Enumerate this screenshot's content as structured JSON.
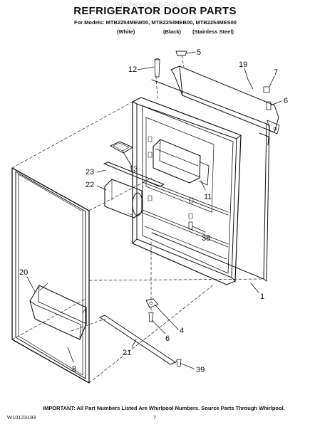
{
  "header": {
    "watermark": "AppliancePartsPros.com",
    "title": "REFRIGERATOR DOOR PARTS",
    "models": "For Models: MTB2254MEW00, MTB2254MEB00, MTB2254MES00",
    "variants": [
      "(White)",
      "(Black)",
      "(Stainless Steel)"
    ]
  },
  "callouts": {
    "c5": "5",
    "c12": "12",
    "c19": "19",
    "c7": "7",
    "c6a": "6",
    "c13": "13",
    "c23": "23",
    "c22": "22",
    "c11": "11",
    "c38": "38",
    "c20": "20",
    "c1": "1",
    "c4": "4",
    "c6b": "6",
    "c21": "21",
    "c8": "8",
    "c39": "39"
  },
  "footer": {
    "note": "IMPORTANT: All Part Numbers Listed Are Whirlpool Numbers. Source Parts Through Whirlpool.",
    "doc_number": "W10123193",
    "page": "7"
  }
}
